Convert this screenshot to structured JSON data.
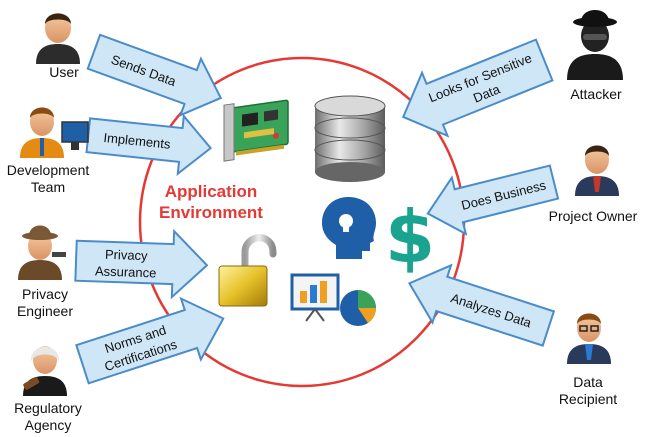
{
  "center": {
    "title": "Application\nEnvironment",
    "circle_color": "#e53935"
  },
  "actors": {
    "user": "User",
    "development_team": "Development\nTeam",
    "privacy_engineer": "Privacy\nEngineer",
    "regulatory_agency": "Regulatory\nAgency",
    "attacker": "Attacker",
    "project_owner": "Project Owner",
    "data_recipient": "Data\nRecipient"
  },
  "arrows": {
    "sends_data": "Sends Data",
    "implements": "Implements",
    "privacy_assurance_1": "Privacy",
    "privacy_assurance_2": "Assurance",
    "norms_1": "Norms and",
    "norms_2": "Certifications",
    "looks_1": "Looks for Sensitive",
    "looks_2": "Data",
    "does_business": "Does Business",
    "analyzes_data": "Analyzes Data"
  },
  "colors": {
    "arrow_fill": "#cfe6f7",
    "arrow_stroke": "#4a8cc9",
    "dollar": "#1aa38f",
    "head_icon": "#1f5fa8"
  }
}
